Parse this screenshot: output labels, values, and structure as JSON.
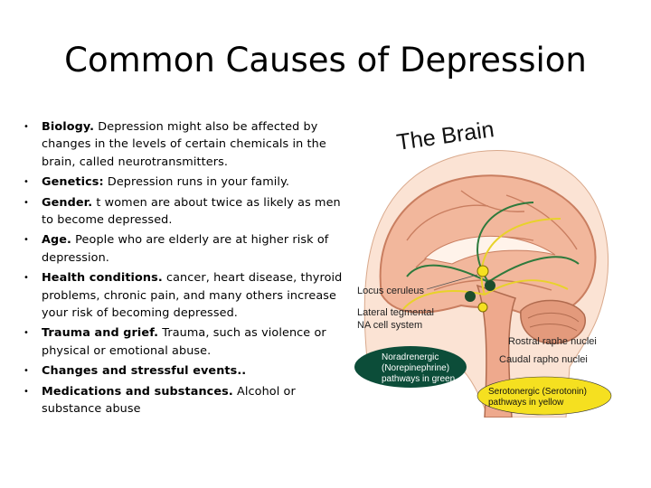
{
  "slide": {
    "title": "Common Causes of Depression",
    "bullets": [
      {
        "bold": "Biology.",
        "text": "  Depression might also be affected by changes in the levels of certain chemicals in the brain, called neurotransmitters."
      },
      {
        "bold": "Genetics:",
        "text": " Depression runs in your family."
      },
      {
        "bold": "Gender.",
        "text": " t women are about twice as likely as men to become depressed."
      },
      {
        "bold": "Age.",
        "text": " People who are elderly are at higher risk of depression."
      },
      {
        "bold": "Health conditions.",
        "text": "  cancer, heart disease, thyroid problems, chronic pain, and many others increase your risk of becoming depressed."
      },
      {
        "bold": "Trauma and grief.",
        "text": " Trauma, such as violence or physical or emotional abuse."
      },
      {
        "bold": "Changes and stressful events..",
        "text": ""
      },
      {
        "bold": "Medications and substances.",
        "text": " Alcohol or substance abuse"
      }
    ]
  },
  "brain_figure": {
    "heading": "The Brain",
    "labels": {
      "locus": "Locus ceruleus",
      "lateral_1": "Lateral tegmental",
      "lateral_2": "NA cell system",
      "rostral": "Rostral raphe nuclei",
      "caudal": "Caudal rapho nuclei",
      "nor_1": "Noradrenergic",
      "nor_2": "(Norepinephrine)",
      "nor_3": "pathways in green",
      "ser_1": "Serotonergic (Serotonin)",
      "ser_2": "pathways in yellow"
    },
    "colors": {
      "brain": "#f2b79c",
      "cortex": "#e39a7c",
      "nor_badge": "#0c4d39",
      "ser_badge": "#f5e020",
      "green_path": "#2e7a3c",
      "yellow_path": "#e8d22a"
    }
  }
}
